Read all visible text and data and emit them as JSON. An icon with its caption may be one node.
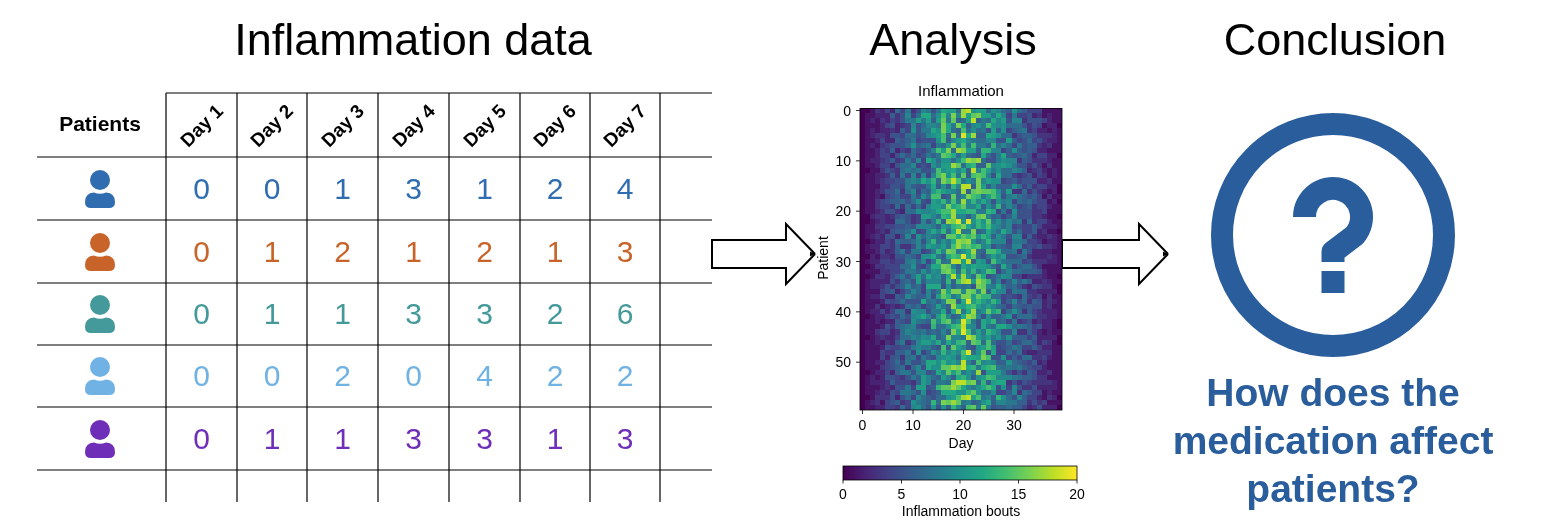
{
  "diagram": {
    "nodes": [
      {
        "text": [
          "Inflammation data"
        ]
      },
      {
        "text": [
          "Analysis"
        ]
      },
      {
        "text": [
          "Conclusion",
          "How does the medication affect patients?"
        ]
      }
    ],
    "edges": [
      {
        "from": 0,
        "to": 1,
        "arrow": "to"
      },
      {
        "from": 1,
        "to": 2,
        "arrow": "to"
      }
    ],
    "labels": [
      "Patients",
      "Day 1",
      "Day 2",
      "Day 3",
      "Day 4",
      "Day 5",
      "Day 6",
      "Day 7",
      "0",
      "0",
      "1",
      "3",
      "1",
      "2",
      "4",
      "0",
      "1",
      "2",
      "1",
      "2",
      "1",
      "3",
      "0",
      "1",
      "1",
      "3",
      "3",
      "2",
      "6",
      "0",
      "0",
      "2",
      "0",
      "4",
      "2",
      "2",
      "0",
      "1",
      "1",
      "3",
      "3",
      "1",
      "3",
      "Inflammation",
      "0",
      "10",
      "20",
      "30",
      "40",
      "50",
      "Patient",
      "0",
      "10",
      "20",
      "30",
      "Day",
      "0",
      "5",
      "10",
      "15",
      "20",
      "Inflammation bouts"
    ]
  }
}
